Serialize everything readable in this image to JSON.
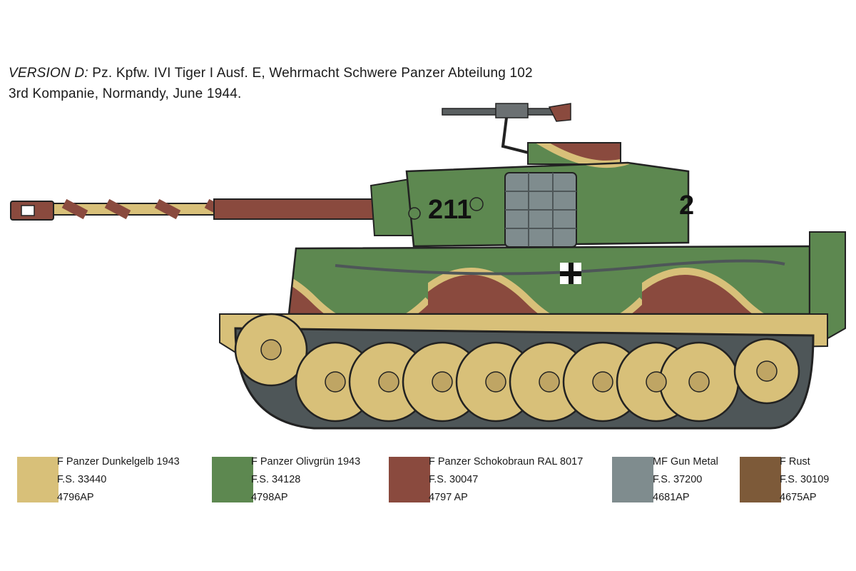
{
  "caption": {
    "version_label": "VERSION D:",
    "line1": "Pz. Kpfw. IVI Tiger I Ausf. E, Wehrmacht Schwere Panzer Abteilung 102",
    "line2": "3rd Kompanie, Normandy, June 1944."
  },
  "tank": {
    "turret_number": "211",
    "rear_number_fragment": "2"
  },
  "colors": [
    {
      "name": "F Panzer Dunkelgelb 1943",
      "fs": "F.S. 33440",
      "code": "4796AP",
      "hex": "#d8c079"
    },
    {
      "name": "F Panzer Olivgrün 1943",
      "fs": "F.S. 34128",
      "code": "4798AP",
      "hex": "#5d8850"
    },
    {
      "name": "F Panzer Schokobraun RAL 8017",
      "fs": "F.S. 30047",
      "code": "4797 AP",
      "hex": "#8a4a3e"
    },
    {
      "name": "MF Gun Metal",
      "fs": "F.S. 37200",
      "code": "4681AP",
      "hex": "#7f8c8e"
    },
    {
      "name": "F Rust",
      "fs": "F.S. 30109",
      "code": "4675AP",
      "hex": "#7d5a39"
    }
  ]
}
